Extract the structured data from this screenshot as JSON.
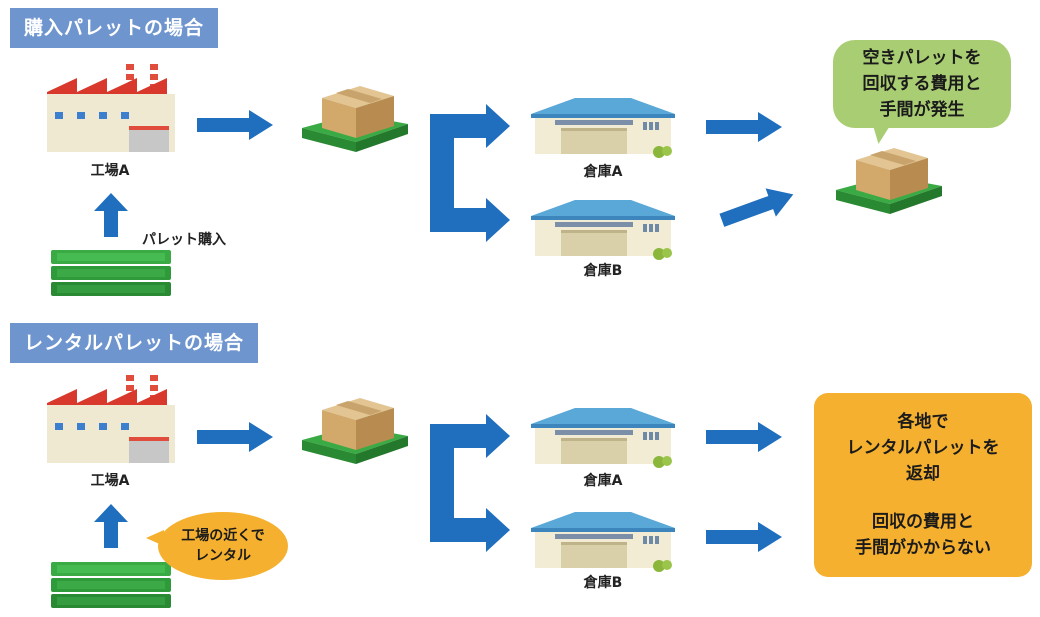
{
  "colors": {
    "header_bg": "#6f95cf",
    "arrow": "#1f6fbe",
    "pallet": "#35a83f",
    "green_bubble": "#a9cd73",
    "orange": "#f4b02e"
  },
  "icons": [
    "factory-icon",
    "pallet-box-icon",
    "warehouse-icon",
    "pallet-stack-icon",
    "arrow-right-icon",
    "arrow-up-icon",
    "branch-arrow-icon"
  ],
  "purchase": {
    "header": "購入パレットの場合",
    "factory_label": "工場A",
    "purchase_label": "パレット購入",
    "warehouse_a": "倉庫A",
    "warehouse_b": "倉庫B",
    "bubble_lines": [
      "空きパレットを",
      "回収する費用と",
      "手間が発生"
    ]
  },
  "rental": {
    "header": "レンタルパレットの場合",
    "factory_label": "工場A",
    "bubble_lines": [
      "工場の近くで",
      "レンタル"
    ],
    "warehouse_a": "倉庫A",
    "warehouse_b": "倉庫B",
    "box_lines_1": [
      "各地で",
      "レンタルパレットを",
      "返却"
    ],
    "box_lines_2": [
      "回収の費用と",
      "手間がかからない"
    ]
  }
}
